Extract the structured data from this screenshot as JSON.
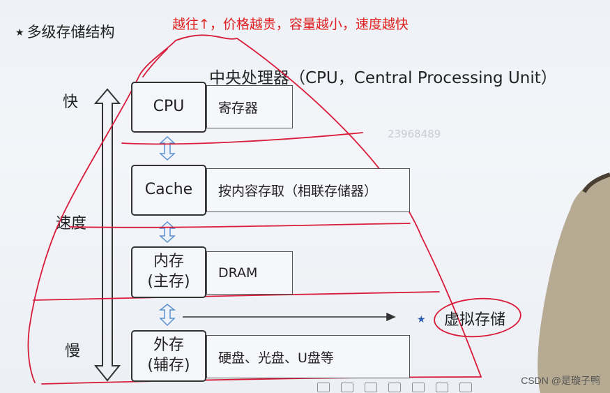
{
  "title": "多级存储结构",
  "annotation": "越往↑，价格越贵，容量越小，速度越快",
  "cpu_title": "中央处理器（CPU，Central Processing Unit）",
  "watermark_number": "23968489",
  "speed_axis": {
    "fast": "快",
    "label": "速度",
    "slow": "慢"
  },
  "levels": [
    {
      "name": "CPU",
      "detail": "寄存器"
    },
    {
      "name": "Cache",
      "detail": "按内容存取（相联存储器）"
    },
    {
      "name": "内存\n(主存)",
      "detail": "DRAM"
    },
    {
      "name": "外存\n(辅存)",
      "detail": "硬盘、光盘、U盘等"
    }
  ],
  "virtual_storage": "虚拟存储",
  "csdn_watermark": "CSDN @是璇子鸭",
  "colors": {
    "annotation": "#e02020",
    "pen": "#d81c3a",
    "arrow": "#5b8fd0"
  }
}
